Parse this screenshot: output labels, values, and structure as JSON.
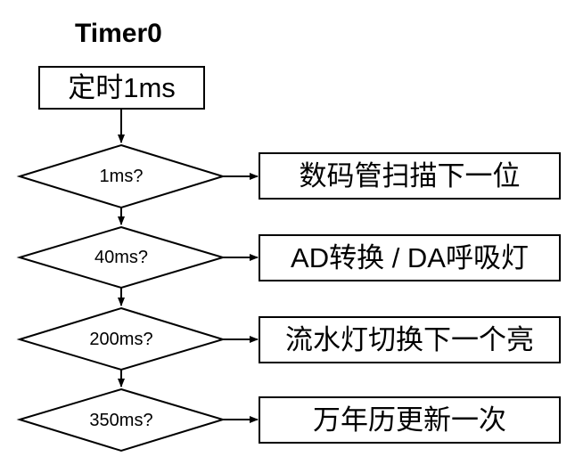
{
  "diagram": {
    "title": "Timer0",
    "type": "flowchart",
    "background_color": "#ffffff",
    "stroke_color": "#000000",
    "text_color": "#000000",
    "start": {
      "label": "定时1ms",
      "shape": "rectangle"
    },
    "branches": [
      {
        "condition": "1ms?",
        "action": "数码管扫描下一位"
      },
      {
        "condition": "40ms?",
        "action": "AD转换 / DA呼吸灯"
      },
      {
        "condition": "200ms?",
        "action": "流水灯切换下一个亮"
      },
      {
        "condition": "350ms?",
        "action": "万年历更新一次"
      }
    ]
  }
}
